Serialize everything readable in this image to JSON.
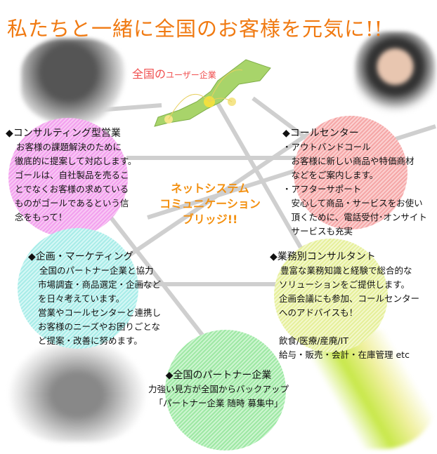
{
  "title": "私たちと一緒に全国のお客様を元気に!!",
  "map_label": {
    "main": "全国の",
    "sub": "ユーザー企業"
  },
  "center": {
    "lines": [
      "ネットシステム",
      "コミュニケーション",
      "ブリッジ!!"
    ]
  },
  "consulting": {
    "heading": "◆コンサルティング型営業",
    "lines": [
      "お客様の課題解決のために",
      "徹底的に提案して対応します。",
      "ゴールは、自社製品を売るこ",
      "とでなくお客様の求めている",
      "ものがゴールであるという信",
      "念をもって！"
    ]
  },
  "callcenter": {
    "heading": "◆コールセンター",
    "lines": [
      "・アウトバンドコール",
      "　お客様に新しい商品や特価商材",
      "　などをご案内します。",
      "・アフターサポート",
      "　安心して商品・サービスをお使い",
      "　頂くために、電話受付･オンサイト",
      "　サービスも充実"
    ]
  },
  "marketing": {
    "heading": "◆企画・マーケティング",
    "lines": [
      "全国のパートナー企業と協力",
      "市場調査・商品選定・企画など",
      "を日々考えています。",
      "営業やコールセンターと連携し",
      "お客様のニーズやお困りごとな",
      "ど提案・改善に努めます。"
    ]
  },
  "business": {
    "heading": "◆業務別コンサルタント",
    "lines": [
      "豊富な業務知識と経験で総合的な",
      "ソリューションをご提供します。",
      "企画会議にも参加、コールセンター",
      "へのアドバイスも！",
      "",
      "飲食/医療/産廃/IT",
      "給与・販売・会計・在庫管理 etc"
    ]
  },
  "partner": {
    "heading": "◆全国のパートナー企業",
    "lines": [
      "力強い見方が全国からバックアップ",
      "「パートナー企業 随時 募集中」"
    ]
  },
  "colors": {
    "title": "#f07a12",
    "map_label": "#f05050",
    "center": "#f39010"
  }
}
